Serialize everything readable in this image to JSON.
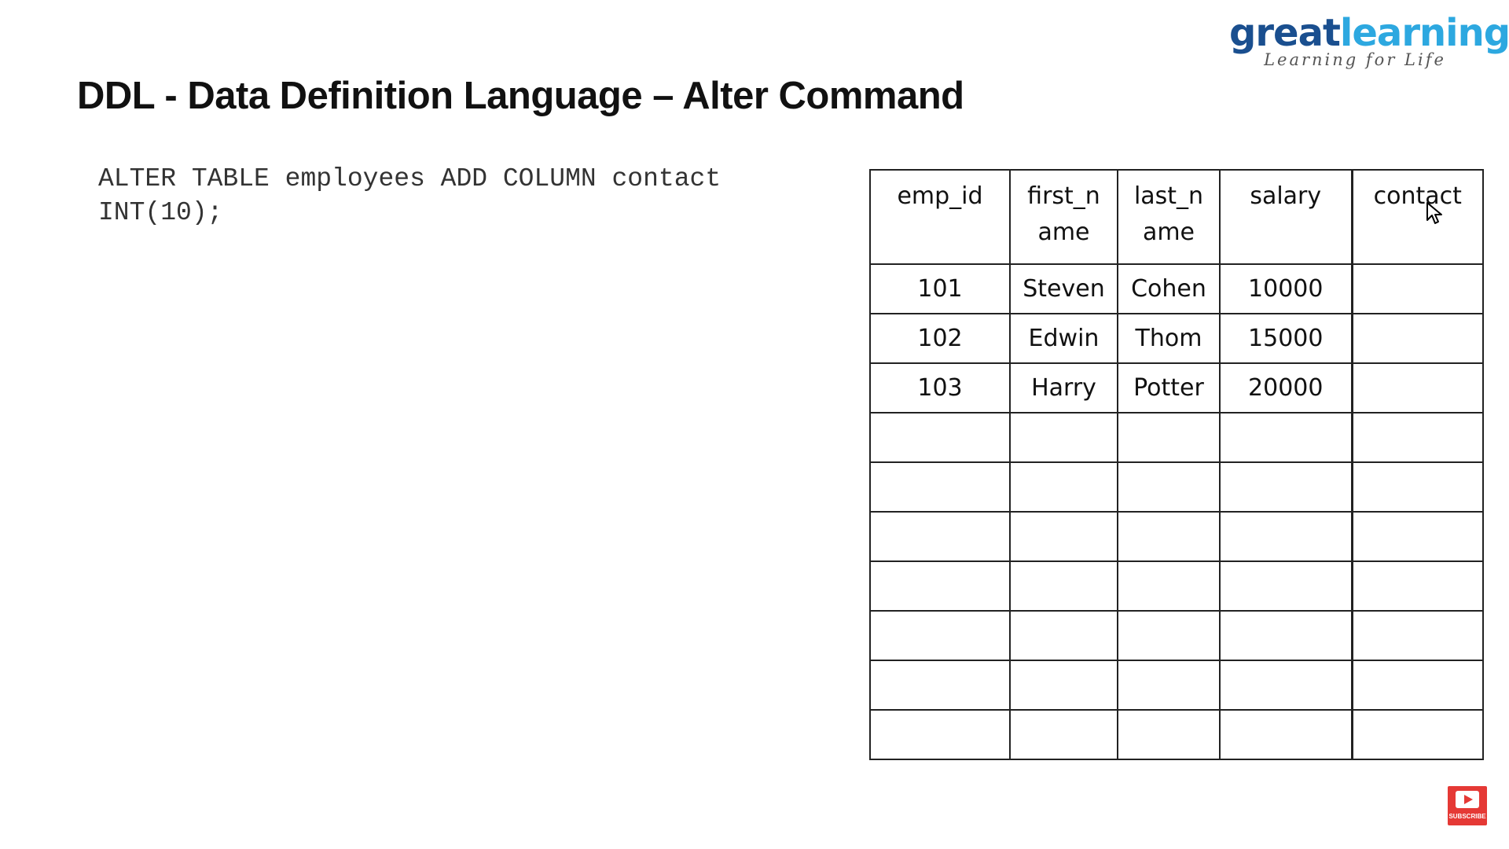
{
  "logo": {
    "word_great": "great",
    "word_learning": "learning",
    "tagline": "Learning for Life"
  },
  "title": "DDL - Data Definition Language – Alter Command",
  "code": "ALTER TABLE employees ADD COLUMN contact\nINT(10);",
  "table": {
    "headers": [
      "emp_id",
      "first_n\name",
      "last_n\name",
      "salary",
      "contact"
    ],
    "rows": [
      [
        "101",
        "Steven",
        "Cohen",
        "10000",
        ""
      ],
      [
        "102",
        "Edwin",
        "Thom",
        "15000",
        ""
      ],
      [
        "103",
        "Harry",
        "Potter",
        "20000",
        ""
      ],
      [
        "",
        "",
        "",
        "",
        ""
      ],
      [
        "",
        "",
        "",
        "",
        ""
      ],
      [
        "",
        "",
        "",
        "",
        ""
      ],
      [
        "",
        "",
        "",
        "",
        ""
      ],
      [
        "",
        "",
        "",
        "",
        ""
      ],
      [
        "",
        "",
        "",
        "",
        ""
      ],
      [
        "",
        "",
        "",
        "",
        ""
      ]
    ]
  },
  "subscribe": {
    "label": "SUBSCRIBE",
    "color": "#e53935"
  }
}
